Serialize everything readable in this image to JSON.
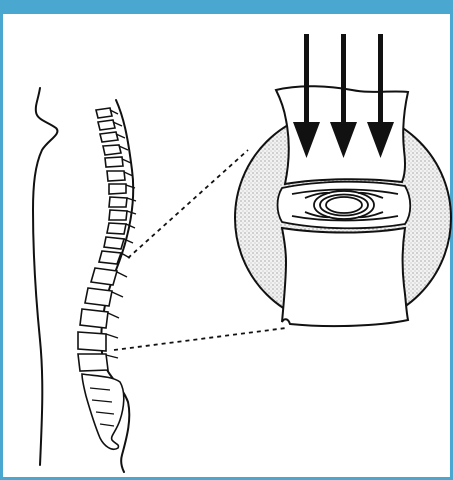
{
  "frame": {
    "accent_color": "#4aa7cf"
  },
  "figure": {
    "subject": "spine-compression-illustration",
    "parts": [
      "body-outline",
      "spinal-column",
      "magnified-inset",
      "intervertebral-disc",
      "compression-arrows"
    ]
  }
}
